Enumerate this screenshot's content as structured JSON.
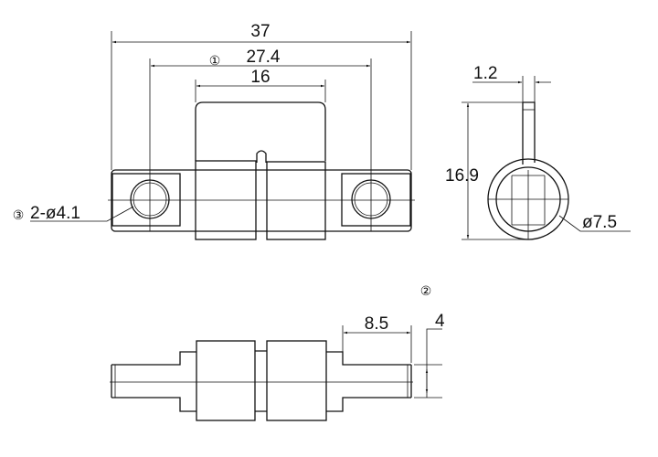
{
  "front_view": {
    "overall_length": "37",
    "hole_spacing": "27.4",
    "hole_spacing_marker": "①",
    "knuckle_length": "16",
    "hole_label": "2-ø4.1",
    "hole_label_marker": "③"
  },
  "side_view": {
    "leaf_thickness": "1.2",
    "height": "16.9",
    "knuckle_diameter": "ø7.5"
  },
  "bottom_view": {
    "marker": "②",
    "pin_length": "8.5",
    "pin_diameter": "4"
  }
}
